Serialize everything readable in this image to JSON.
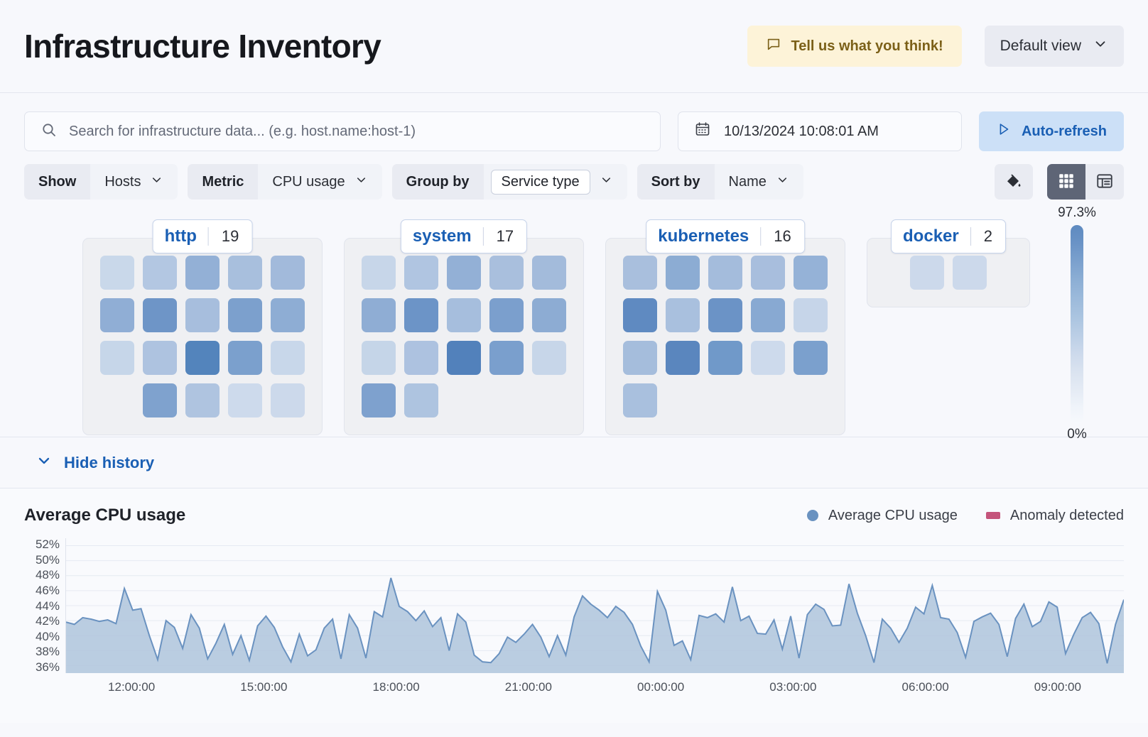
{
  "header": {
    "title": "Infrastructure Inventory",
    "feedback_label": "Tell us what you think!",
    "feedback_icon": "comment-icon",
    "view_label": "Default view"
  },
  "query": {
    "search_placeholder": "Search for infrastructure data... (e.g. host.name:host-1)",
    "search_value": "",
    "search_icon": "search-icon",
    "date_value": "10/13/2024 10:08:01 AM",
    "date_icon": "calendar-icon",
    "refresh_label": "Auto-refresh",
    "refresh_icon": "play-icon"
  },
  "controls": [
    {
      "label": "Show",
      "value": "Hosts",
      "boxed": false
    },
    {
      "label": "Metric",
      "value": "CPU usage",
      "boxed": false
    },
    {
      "label": "Group by",
      "value": "Service type",
      "boxed": true
    },
    {
      "label": "Sort by",
      "value": "Name",
      "boxed": false
    }
  ],
  "view_tools": {
    "palette_icon": "color-fill-icon",
    "grid_view_icon": "grid-view-icon",
    "table_view_icon": "table-view-icon",
    "active_view": "grid"
  },
  "legend": {
    "max_label": "97.3%",
    "min_label": "0%",
    "color_high": "#5e8ac0",
    "color_low": "#f7f9fd"
  },
  "groups": [
    {
      "name": "http",
      "count": "19",
      "columns": 5,
      "cells": [
        "#c9d8ea",
        "#b3c7e2",
        "#93b0d6",
        "#a8bfdd",
        "#a2badb",
        "#90aed5",
        "#6e95c7",
        "#a7bedd",
        "#7ca0cd",
        "#8eadd4",
        "#c6d6e9",
        "#aec3e0",
        "#5384bc",
        "#7ba0cd",
        "#c8d7ea",
        "#7fa2ce",
        "#afc4e0",
        "#cddaec",
        "#ccd9eb"
      ],
      "last_row_offset": 1
    },
    {
      "name": "system",
      "count": "17",
      "columns": 5,
      "cells": [
        "#c7d6e9",
        "#b0c5e1",
        "#93b0d6",
        "#a9bfdd",
        "#a3bbdb",
        "#8fadd4",
        "#6c94c7",
        "#a6bedd",
        "#7b9fcd",
        "#8dacd3",
        "#c5d5e8",
        "#adc2e0",
        "#5281bb",
        "#7a9fcd",
        "#c7d6e9",
        "#7ea1ce",
        "#aec4e0"
      ],
      "last_row_offset": 2
    },
    {
      "name": "kubernetes",
      "count": "16",
      "columns": 5,
      "cells": [
        "#a9bfdd",
        "#8cacd3",
        "#a4bcdc",
        "#a8bedd",
        "#95b2d7",
        "#5f8ac1",
        "#a9c0de",
        "#6b93c6",
        "#88a9d2",
        "#c6d5e9",
        "#a5bddc",
        "#5a86be",
        "#7099c9",
        "#cddaec",
        "#7ba0cd",
        "#a9c0de"
      ],
      "last_row_offset": 2
    },
    {
      "name": "docker",
      "count": "2",
      "columns": 2,
      "cells": [
        "#ccd9eb",
        "#ccd9eb"
      ],
      "last_row_offset": 0
    }
  ],
  "history": {
    "toggle_label": "Hide history",
    "toggle_icon": "chevron-down-icon"
  },
  "chart_data": {
    "type": "area",
    "title": "Average CPU usage",
    "xlabel": "",
    "ylabel": "",
    "ylim": [
      35,
      53
    ],
    "grid": true,
    "legend_position": "top-right",
    "legend": [
      {
        "name": "Average CPU usage",
        "color": "#6A92C0",
        "marker": "dot"
      },
      {
        "name": "Anomaly detected",
        "color": "#C4547B",
        "marker": "square"
      }
    ],
    "ytick_labels": [
      "52%",
      "50%",
      "48%",
      "46%",
      "44%",
      "42%",
      "40%",
      "38%",
      "36%"
    ],
    "ytick_values": [
      52,
      50,
      48,
      46,
      44,
      42,
      40,
      38,
      36
    ],
    "xtick_labels": [
      "12:00:00",
      "15:00:00",
      "18:00:00",
      "21:00:00",
      "00:00:00",
      "03:00:00",
      "06:00:00",
      "09:00:00"
    ],
    "series": [
      {
        "name": "Average CPU usage",
        "color": "#6A92C0",
        "fill": "#AFC4DC",
        "values": [
          41.8,
          41.5,
          42.4,
          42.2,
          41.9,
          42.1,
          41.6,
          46.3,
          43.4,
          43.6,
          40.0,
          36.8,
          42.0,
          41.1,
          38.3,
          42.8,
          41.0,
          36.9,
          39.0,
          41.5,
          37.5,
          40.0,
          36.7,
          41.3,
          42.6,
          41.1,
          38.5,
          36.5,
          40.2,
          37.3,
          38.1,
          41.0,
          42.2,
          36.9,
          42.8,
          41.0,
          37.0,
          43.2,
          42.5,
          47.7,
          43.9,
          43.2,
          42.0,
          43.3,
          41.2,
          42.4,
          38.0,
          42.9,
          41.8,
          37.4,
          36.5,
          36.4,
          37.6,
          39.8,
          39.1,
          40.2,
          41.5,
          39.8,
          37.2,
          40.0,
          37.4,
          42.5,
          45.3,
          44.2,
          43.4,
          42.4,
          43.9,
          43.1,
          41.5,
          38.6,
          36.5,
          45.9,
          43.4,
          38.7,
          39.3,
          36.8,
          42.7,
          42.4,
          42.9,
          41.8,
          46.5,
          42.0,
          42.6,
          40.3,
          40.2,
          42.1,
          38.2,
          42.6,
          37.0,
          42.8,
          44.2,
          43.5,
          41.3,
          41.4,
          46.9,
          43.0,
          40.0,
          36.4,
          42.2,
          41.0,
          39.1,
          41.0,
          43.8,
          42.9,
          46.7,
          42.4,
          42.2,
          40.4,
          37.1,
          41.9,
          42.5,
          43.0,
          41.5,
          37.2,
          42.3,
          44.2,
          41.2,
          41.9,
          44.5,
          43.8,
          37.6,
          40.2,
          42.4,
          43.1,
          41.6,
          36.3,
          41.5,
          44.8
        ]
      }
    ]
  }
}
